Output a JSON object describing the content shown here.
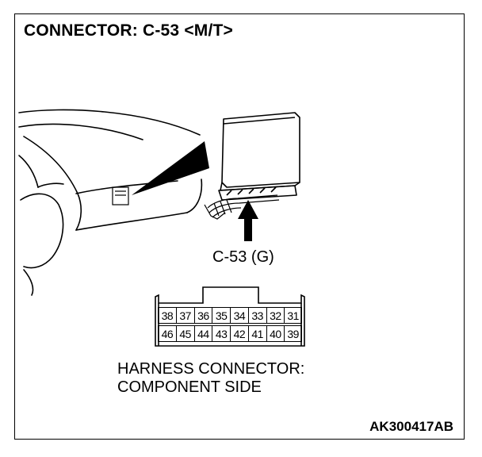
{
  "title": "CONNECTOR: C-53 <M/T>",
  "connector_label": "C-53 (G)",
  "caption": {
    "line1": "HARNESS CONNECTOR:",
    "line2": "COMPONENT SIDE"
  },
  "figure_code": "AK300417AB",
  "pins": {
    "top_row": [
      "38",
      "37",
      "36",
      "35",
      "34",
      "33",
      "32",
      "31"
    ],
    "bottom_row": [
      "46",
      "45",
      "44",
      "43",
      "42",
      "41",
      "40",
      "39"
    ]
  }
}
